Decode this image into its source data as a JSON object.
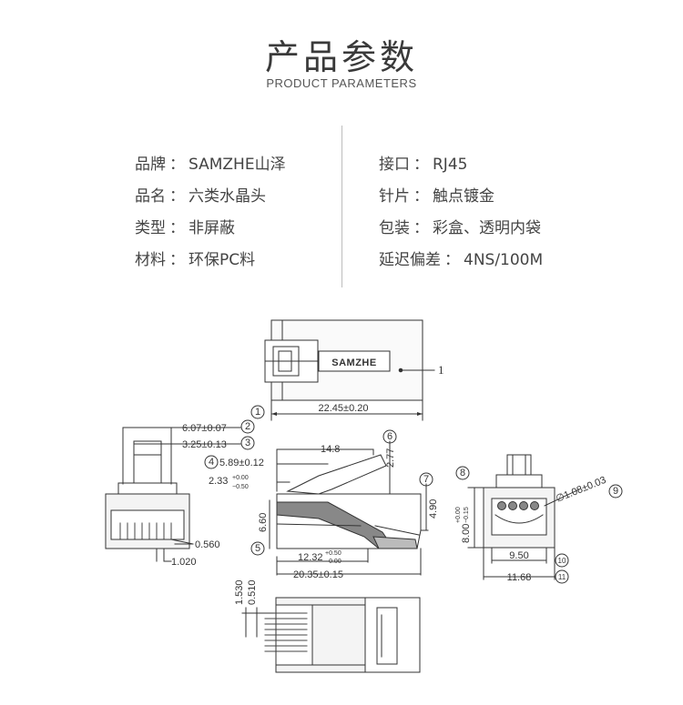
{
  "header": {
    "title": "产品参数",
    "subtitle": "PRODUCT PARAMETERS"
  },
  "specs": {
    "left": [
      {
        "label": "品牌",
        "value": "SAMZHE山泽"
      },
      {
        "label": "品名",
        "value": "六类水晶头"
      },
      {
        "label": "类型",
        "value": "非屏蔽"
      },
      {
        "label": "材料",
        "value": "环保PC料"
      }
    ],
    "right": [
      {
        "label": "接口",
        "value": "RJ45"
      },
      {
        "label": "针片",
        "value": "触点镀金"
      },
      {
        "label": "包装",
        "value": "彩盒、透明内袋"
      },
      {
        "label": "延迟偏差",
        "value": "4NS/100M"
      }
    ],
    "separator": "："
  },
  "drawing": {
    "brand_mark": "SAMZHE",
    "callout_1": "1",
    "dims": {
      "d1": "22.45±0.20",
      "d2": "6.07±0.07",
      "d3": "3.25±0.13",
      "d4": "5.89±0.12",
      "d2_33": "2.33",
      "d2_33_tol_up": "+0.00",
      "d2_33_tol_dn": "−0.50",
      "d14_8": "14.8",
      "d2_77": "2.77",
      "d6_60": "6.60",
      "d4_90": "4.90",
      "d12_32": "12.32",
      "d12_32_tol_up": "+0.50",
      "d12_32_tol_dn": "−0.00",
      "d20_35": "20.35±0.15",
      "d0_560": "0.560",
      "d1_020": "1.020",
      "d8_00": "8.00",
      "d8_00_tol_up": "+0.00",
      "d8_00_tol_dn": "−0.15",
      "d1_08": "∅1.08±0.03",
      "d9_50": "9.50",
      "d11_68": "11.68",
      "d1_530": "1.530",
      "d0_510": "0.510"
    },
    "circles": [
      "1",
      "2",
      "3",
      "4",
      "5",
      "6",
      "7",
      "8",
      "9",
      "10",
      "11"
    ]
  }
}
